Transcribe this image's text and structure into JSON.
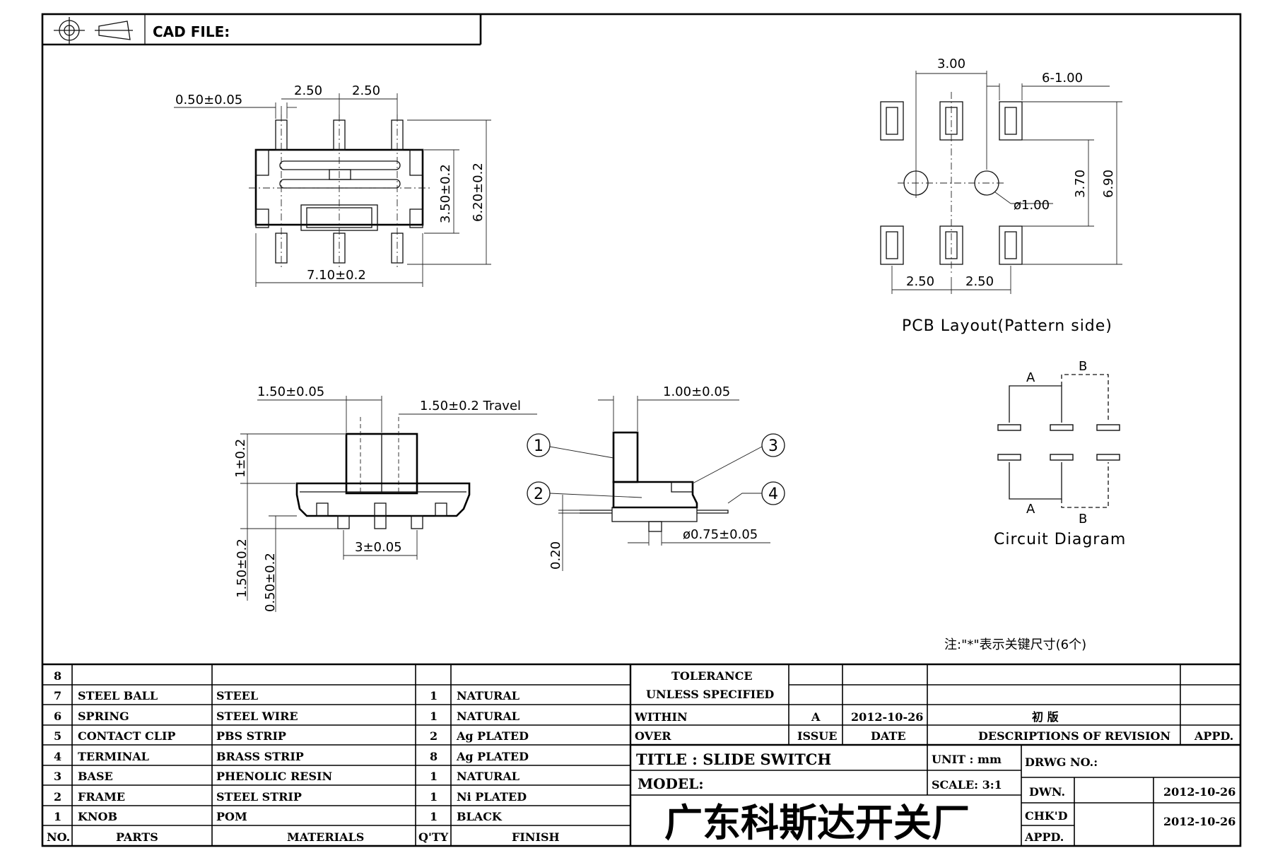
{
  "header": {
    "cad_file_label": "CAD FILE:"
  },
  "top_view": {
    "dims": {
      "lead_width": "0.50±0.05",
      "pitch_1": "2.50",
      "pitch_2": "2.50",
      "body_height": "3.50±0.2",
      "total_height": "6.20±0.2",
      "body_length": "7.10±0.2"
    }
  },
  "pcb_layout": {
    "dims": {
      "hole_pitch": "3.00",
      "pad_width": "6-1.00",
      "hole_dia": "ø1.00",
      "pad_span": "3.70",
      "total": "6.90",
      "pitch_1": "2.50",
      "pitch_2": "2.50"
    },
    "caption": "PCB Layout(Pattern  side)"
  },
  "front_view": {
    "dims": {
      "knob_width": "1.50±0.05",
      "travel": "1.50±0.2  Travel",
      "knob_height": "1±0.2",
      "leg_spacing": "3±0.05",
      "leg_height": "1.50±0.2",
      "leg_offset": "0.50±0.2"
    }
  },
  "side_view": {
    "dims": {
      "knob_thickness": "1.00±0.05",
      "post_dia": "ø0.75±0.05",
      "terminal_thickness": "0.20"
    },
    "callouts": [
      "1",
      "2",
      "3",
      "4"
    ]
  },
  "circuit_diagram": {
    "labels": {
      "top_a": "A",
      "top_b": "B",
      "bottom_a": "A",
      "bottom_b": "B"
    },
    "caption": "Circuit  Diagram"
  },
  "note": "注:\"*\"表示关键尺寸(6个)",
  "parts_table": {
    "rows": [
      {
        "no": "8",
        "part": "",
        "material": "",
        "qty": "",
        "finish": ""
      },
      {
        "no": "7",
        "part": "STEEL BALL",
        "material": "STEEL",
        "qty": "1",
        "finish": "NATURAL"
      },
      {
        "no": "6",
        "part": "SPRING",
        "material": "STEEL WIRE",
        "qty": "1",
        "finish": "NATURAL"
      },
      {
        "no": "5",
        "part": "CONTACT CLIP",
        "material": "PBS STRIP",
        "qty": "2",
        "finish": "Ag PLATED"
      },
      {
        "no": "4",
        "part": "TERMINAL",
        "material": "BRASS STRIP",
        "qty": "8",
        "finish": "Ag PLATED"
      },
      {
        "no": "3",
        "part": "BASE",
        "material": "PHENOLIC RESIN",
        "qty": "1",
        "finish": "NATURAL"
      },
      {
        "no": "2",
        "part": "FRAME",
        "material": "STEEL STRIP",
        "qty": "1",
        "finish": "Ni PLATED"
      },
      {
        "no": "1",
        "part": "KNOB",
        "material": "POM",
        "qty": "1",
        "finish": "BLACK"
      }
    ],
    "headers": {
      "no": "NO.",
      "part": "PARTS",
      "material": "MATERIALS",
      "qty": "Q'TY",
      "finish": "FINISH"
    }
  },
  "tolerance": {
    "line1": "TOLERANCE",
    "line2": "UNLESS  SPECIFIED",
    "within": "WITHIN",
    "over": "OVER"
  },
  "revision": {
    "issue": "A",
    "date": "2012-10-26",
    "description": "初  版",
    "headers": {
      "issue": "ISSUE",
      "date": "DATE",
      "description": "DESCRIPTIONS OF REVISION",
      "appd": "APPD."
    }
  },
  "title_block": {
    "title": "TITLE : SLIDE SWITCH",
    "model": "MODEL:",
    "unit": "UNIT :  mm",
    "scale": "SCALE:  3:1",
    "drwg_no": "DRWG NO.:",
    "dwn_label": "DWN.",
    "dwn_date": "2012-10-26",
    "chkd_label": "CHK'D",
    "appd_label": "APPD.",
    "chkd_date": "2012-10-26",
    "company": "广东科斯达开关厂"
  }
}
